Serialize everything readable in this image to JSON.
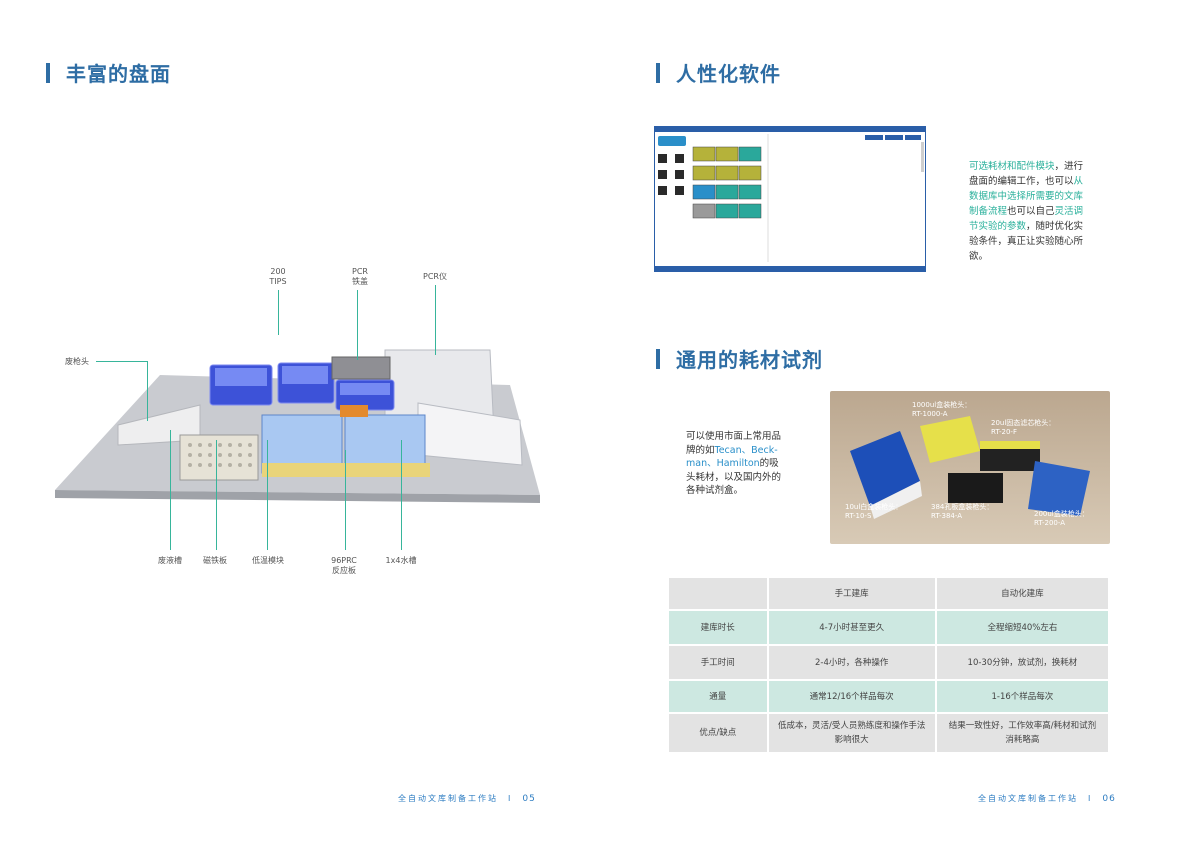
{
  "left": {
    "title": "丰富的盘面",
    "callouts": {
      "tips": "200\nTIPS",
      "pcr_iron": "PCR\n铁盖",
      "pcr_instrument": "PCR仪",
      "tip_discard": "废枪头",
      "waste_tank": "废液槽",
      "magnet": "磁铁板",
      "temp_module": "低温模块",
      "plate96": "96PRC\n反应板",
      "water_tank": "1x4水槽"
    }
  },
  "right": {
    "software_title": "人性化软件",
    "software_text_parts": [
      "可选耗材和配件模块",
      "，进行盘面的编辑工作，也可以",
      "从数据库中选择所需要的文库制备流程",
      "也可以自己",
      "灵活调节实验的参数",
      "，随时优化实验条件，真正让实验随心所欲。"
    ],
    "reagent_title": "通用的耗材试剂",
    "reagent_text_parts": [
      "可以使用市面上常用品牌的如",
      "Tecan、Beck-man、Hamilton",
      "的吸头耗材，以及国内外的各种试剂盒。"
    ],
    "photo_labels": [
      "1000ul盒装枪头：\nRT-1000-A",
      "20ul固态滤芯枪头：\nRT-20-F",
      "10ul白盒装枪头：\nRT-10-S",
      "384孔板盒装枪头：\nRT-384-A",
      "200ul盒装枪头：\nRT-200-A"
    ]
  },
  "table": {
    "headers": [
      "",
      "手工建库",
      "自动化建库"
    ],
    "rows": [
      [
        "建库时长",
        "4-7小时甚至更久",
        "全程缩短40%左右"
      ],
      [
        "手工时间",
        "2-4小时，各种操作",
        "10-30分钟，放试剂，换耗材"
      ],
      [
        "通量",
        "通常12/16个样品每次",
        "1-16个样品每次"
      ],
      [
        "优点/缺点",
        "低成本，灵活/受人员熟练度和操作手法影响很大",
        "结果一致性好，工作效率高/耗材和试剂消耗略高"
      ]
    ]
  },
  "footer": {
    "left_text": "全自动文库制备工作站",
    "left_page": "05",
    "right_text": "全自动文库制备工作站",
    "right_page": "06",
    "sep": "I"
  },
  "colors": {
    "title": "#2e6da4",
    "accent": "#2ab09b",
    "footer": "#2e7dc2"
  }
}
